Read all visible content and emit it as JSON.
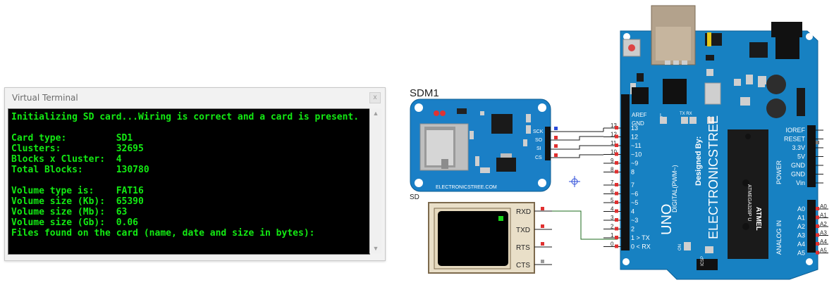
{
  "terminal": {
    "title": "Virtual Terminal",
    "close_glyph": "x",
    "lines": [
      "Initializing SD card...Wiring is correct and a card is present.",
      "",
      "Card type:         SD1",
      "Clusters:          32695",
      "Blocks x Cluster:  4",
      "Total Blocks:      130780",
      "",
      "Volume type is:    FAT16",
      "Volume size (Kb):  65390",
      "Volume size (Mb):  63",
      "Volume size (Gb):  0.06",
      "Files found on the card (name, date and size in bytes):"
    ]
  },
  "sd_module": {
    "ref": "SDM1",
    "name": "SD",
    "pins": [
      "SCK",
      "SO",
      "SI",
      "CS"
    ],
    "brand": "ELECTRONICSTREE.COM"
  },
  "serial_terminal": {
    "pins": [
      "RXD",
      "TXD",
      "RTS",
      "CTS"
    ]
  },
  "arduino": {
    "brand": "ELECTRONICSTREE",
    "designed_by": "Designed By:",
    "model": "UNO",
    "chip_brand": "ATMEL",
    "chip_name": "ATMEGA328P U",
    "digital_label": "DIGITAL(PWM~)",
    "power_label": "POWER",
    "analog_label": "ANALOG IN",
    "icsp_label": "ICSP",
    "on_label": "ON",
    "top_labels": {
      "aref": "AREF",
      "gnd": "GND",
      "l": "L",
      "txrx": "TX RX"
    },
    "digital_pins": [
      "13",
      "12",
      "~11",
      "~10",
      "~9",
      "8",
      "7",
      "~6",
      "~5",
      "4",
      "~3",
      "2",
      "1 > TX",
      "0 < RX"
    ],
    "digital_numbers": [
      "13",
      "12",
      "11",
      "10",
      "9",
      "8",
      "7",
      "6",
      "5",
      "4",
      "3",
      "2",
      "1",
      "0"
    ],
    "power_pins": [
      "IOREF",
      "RESET",
      "3.3V",
      "5V",
      "GND",
      "GND",
      "Vin"
    ],
    "analog_pins": [
      "A0",
      "A1",
      "A2",
      "A3",
      "A4",
      "A5"
    ]
  }
}
